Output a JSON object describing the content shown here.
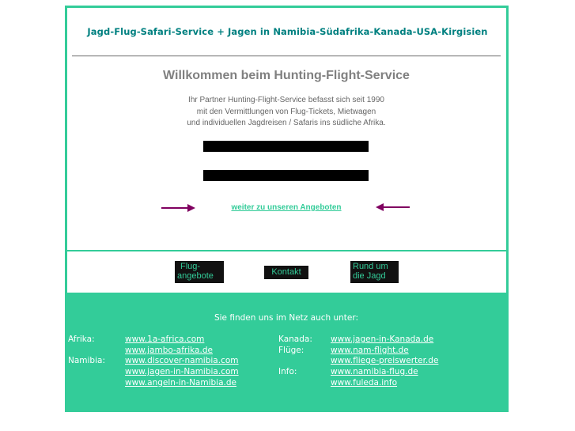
{
  "header": {
    "title": "Jagd-Flug-Safari-Service + Jagen in Namibia-Südafrika-Kanada-USA-Kirgisien"
  },
  "main": {
    "welcome": "Willkommen beim Hunting-Flight-Service",
    "intro": [
      "Ihr Partner Hunting-Flight-Service befasst sich seit 1990",
      "mit den Vermittlungen von Flug-Tickets, Mietwagen",
      "und individuellen Jagdreisen / Safaris ins südliche Afrika."
    ],
    "offers_link": "weiter zu unseren Angeboten"
  },
  "nav": {
    "flug_line1": "Flug-",
    "flug_line2": "angebote",
    "kontakt": "Kontakt",
    "rund_line1": "Rund um",
    "rund_line2": "die Jagd"
  },
  "footer": {
    "heading": "Sie finden uns im Netz auch unter:",
    "labels": {
      "afrika": "Afrika:",
      "namibia": "Namibia:",
      "kanada": "Kanada:",
      "fluege": "Flüge:",
      "info": "Info:"
    },
    "links": [
      "www.1a-africa.com",
      "www.jambo-afrika.de",
      "www.discover-namibia.com",
      "www.jagen-in-Namibia.com",
      "www.angeln-in-Namibia.de",
      "www.jagen-in-Kanada.de",
      "www.nam-flight.de",
      "www.fliege-preiswerter.de",
      "www.namibia-flug.de",
      "www.fuleda.info"
    ]
  },
  "colors": {
    "accent": "#33cc99",
    "title": "#008080",
    "arrow": "#800060"
  },
  "icons": {
    "left": "arrow-right-icon",
    "right": "arrow-left-icon"
  }
}
